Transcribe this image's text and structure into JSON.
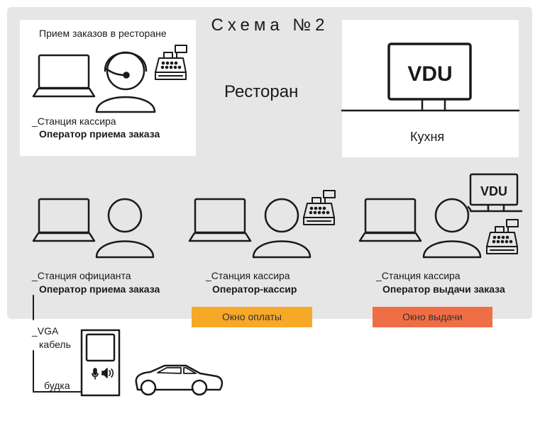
{
  "title": "Схема №2",
  "restaurant_label": "Ресторан",
  "top_left": {
    "heading": "Прием заказов в ресторане",
    "station": "_Станция кассира",
    "operator": "Оператор приема заказа"
  },
  "kitchen": {
    "screen_label": "VDU",
    "label": "Кухня"
  },
  "stations": [
    {
      "station": "_Станция официанта",
      "operator": "Оператор приема заказа"
    },
    {
      "station": "_Станция кассира",
      "operator": "Оператор-кассир",
      "button": "Окно оплаты"
    },
    {
      "station": "_Станция кассира",
      "operator": "Оператор выдачи заказа",
      "button": "Окно выдачи",
      "vdu_label": "VDU"
    }
  ],
  "booth": {
    "vga_line1": "_VGA",
    "vga_line2": "кабель",
    "label": "будка"
  },
  "colors": {
    "panel": "#e6e6e6",
    "payment_button": "#f6a827",
    "pickup_button": "#ef6e45",
    "stroke": "#1a1a1a"
  },
  "icons": [
    "laptop-icon",
    "person-icon",
    "headset-icon",
    "cash-register-icon",
    "monitor-icon",
    "microphone-icon",
    "speaker-icon",
    "car-icon"
  ]
}
